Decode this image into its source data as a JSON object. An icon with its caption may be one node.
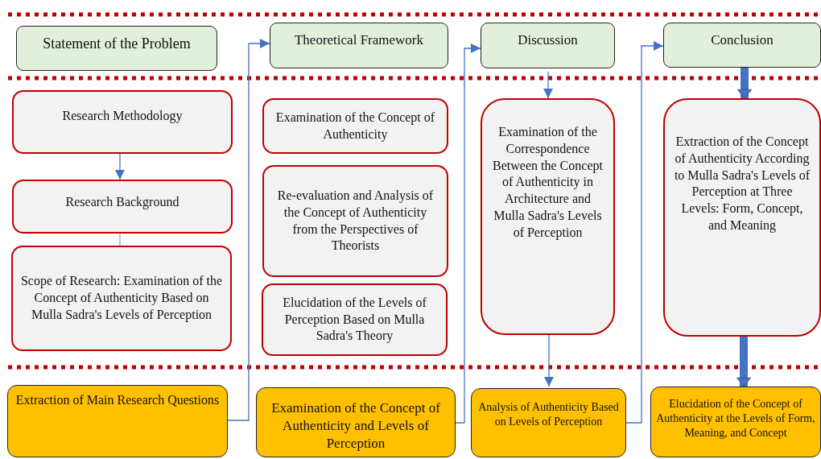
{
  "diagram": {
    "nodes": [
      {
        "text": [
          "Statement of the Problem"
        ]
      },
      {
        "text": [
          "Theoretical Framework"
        ]
      },
      {
        "text": [
          "Discussion"
        ]
      },
      {
        "text": [
          "Conclusion"
        ]
      },
      {
        "text": [
          "Research Methodology"
        ]
      },
      {
        "text": [
          "Research Background"
        ]
      },
      {
        "text": [
          "Scope of Research: Examination of the Concept of Authenticity Based on Mulla Sadra's Levels of Perception"
        ]
      },
      {
        "text": [
          "Examination of the Concept of Authenticity"
        ]
      },
      {
        "text": [
          "Re-evaluation and Analysis of the Concept of Authenticity from the Perspectives of Theorists"
        ]
      },
      {
        "text": [
          "Elucidation of the Levels of Perception Based on Mulla Sadra's Theory"
        ]
      },
      {
        "text": [
          "Examination of the Correspondence Between the Concept of Authenticity in Architecture and Mulla Sadra's Levels of Perception"
        ]
      },
      {
        "text": [
          "Extraction of the Concept of Authenticity According to Mulla Sadra's Levels of Perception at Three Levels: Form, Concept, and Meaning"
        ]
      },
      {
        "text": [
          "Extraction of Main Research Questions"
        ]
      },
      {
        "text": [
          "Examination of the Concept of Authenticity and Levels of Perception"
        ]
      },
      {
        "text": [
          "Analysis of Authenticity Based on Levels of Perception"
        ]
      },
      {
        "text": [
          "Elucidation of the Concept of Authenticity at the Levels of Form, Meaning, and Concept"
        ]
      }
    ],
    "edges": [
      {
        "from": 4,
        "to": 5,
        "arrow": "to"
      },
      {
        "from": 5,
        "to": 6,
        "arrow": "none"
      },
      {
        "from": 12,
        "to": 1,
        "arrow": "to"
      },
      {
        "from": 13,
        "to": 2,
        "arrow": "to"
      },
      {
        "from": 14,
        "to": 3,
        "arrow": "to"
      },
      {
        "from": 2,
        "to": 10,
        "arrow": "to"
      },
      {
        "from": 10,
        "to": 14,
        "arrow": "to"
      },
      {
        "from": 3,
        "to": 11,
        "arrow": "to",
        "style": "thick"
      },
      {
        "from": 11,
        "to": 15,
        "arrow": "to",
        "style": "thick"
      }
    ]
  }
}
